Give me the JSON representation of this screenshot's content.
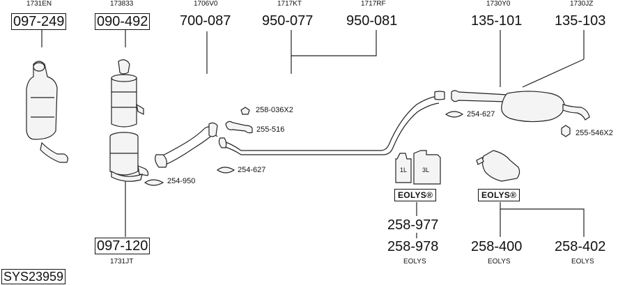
{
  "diagram": {
    "system_id": "SYS23959",
    "parts": [
      {
        "code": "1731EN",
        "number": "097-249"
      },
      {
        "code": "173833",
        "number": "090-492"
      },
      {
        "code": "1706V0",
        "number": "700-087"
      },
      {
        "code": "1717KT",
        "number": "950-077"
      },
      {
        "code": "1717RF",
        "number": "950-081"
      },
      {
        "code": "1730Y0",
        "number": "135-101"
      },
      {
        "code": "1730JZ",
        "number": "135-103"
      },
      {
        "code": "1731JT",
        "number": "097-120"
      }
    ],
    "fittings": [
      {
        "number": "258-036X2"
      },
      {
        "number": "255-516"
      },
      {
        "number": "254-627"
      },
      {
        "number": "254-950"
      },
      {
        "number": "254-627"
      },
      {
        "number": "255-546X2"
      }
    ],
    "additives": [
      {
        "brand": "EOLYS®",
        "bottle_small": "1L",
        "bottle_large": "3L",
        "numbers": [
          {
            "number": "258-977",
            "caption": ""
          },
          {
            "number": "258-978",
            "caption": "EOLYS"
          }
        ]
      },
      {
        "brand": "EOLYS®",
        "numbers": [
          {
            "number": "258-400",
            "caption": "EOLYS"
          },
          {
            "number": "258-402",
            "caption": "EOLYS"
          }
        ]
      }
    ]
  }
}
